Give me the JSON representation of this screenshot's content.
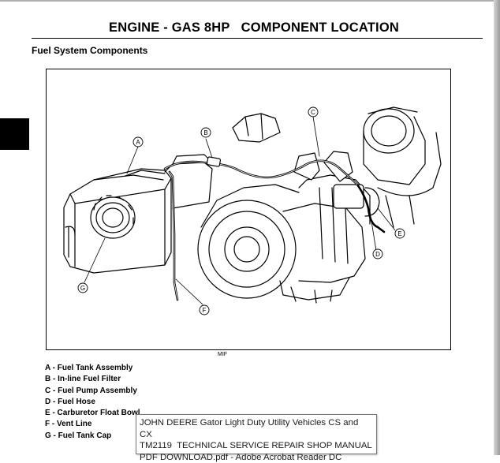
{
  "page": {
    "title": "ENGINE - GAS 8HP   COMPONENT LOCATION",
    "section_heading": "Fuel System Components",
    "figure_code": "MIF"
  },
  "figure": {
    "callouts": [
      "A",
      "B",
      "C",
      "D",
      "E",
      "F",
      "G"
    ]
  },
  "legend": [
    {
      "letter": "A",
      "label": "A - Fuel Tank Assembly"
    },
    {
      "letter": "B",
      "label": "B - In-line Fuel Filter"
    },
    {
      "letter": "C",
      "label": "C - Fuel Pump Assembly"
    },
    {
      "letter": "D",
      "label": "D - Fuel Hose"
    },
    {
      "letter": "E",
      "label": "E - Carburetor Float Bowl"
    },
    {
      "letter": "F",
      "label": "F - Vent Line"
    },
    {
      "letter": "G",
      "label": "G - Fuel Tank Cap"
    }
  ],
  "tooltip": {
    "line1": "JOHN DEERE Gator Light Duty Utility Vehicles CS and CX",
    "line2": "TM2119  TECHNICAL SERVICE REPAIR SHOP MANUAL",
    "line3": "PDF DOWNLOAD.pdf - Adobe Acrobat Reader DC"
  },
  "colors": {
    "ink": "#000000",
    "paper": "#ffffff",
    "tooltip_border": "#767676"
  }
}
